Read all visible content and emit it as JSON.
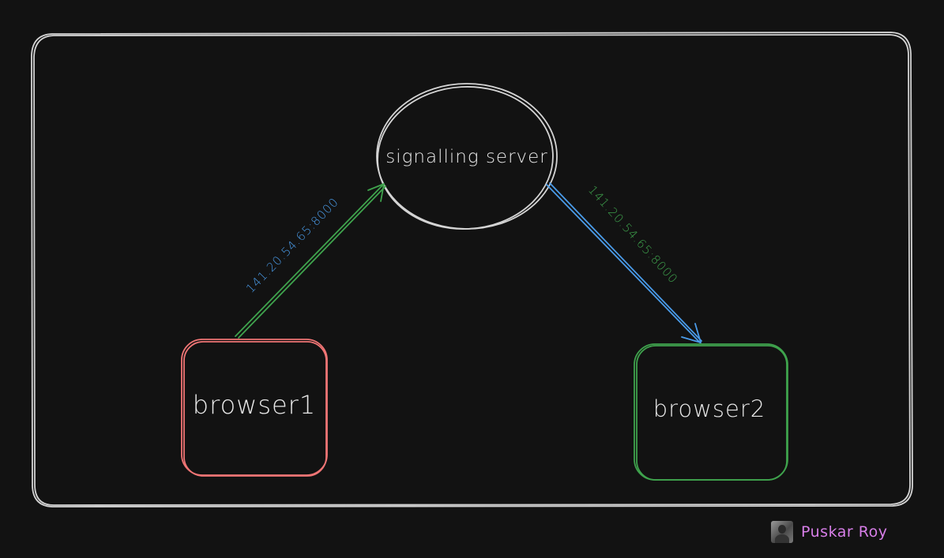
{
  "diagram": {
    "server_label": "signalling server",
    "browser1_label": "browser1",
    "browser2_label": "browser2",
    "edge1_label": "141.20.54.65:8000",
    "edge2_label": "141.20.54.65:8000"
  },
  "author": {
    "name": "Puskar Roy"
  },
  "colors": {
    "background": "#121212",
    "stroke": "#d4d4d4",
    "red": "#f07575",
    "green": "#3fa34d",
    "blue": "#4a9be8",
    "author": "#d77ee8"
  }
}
